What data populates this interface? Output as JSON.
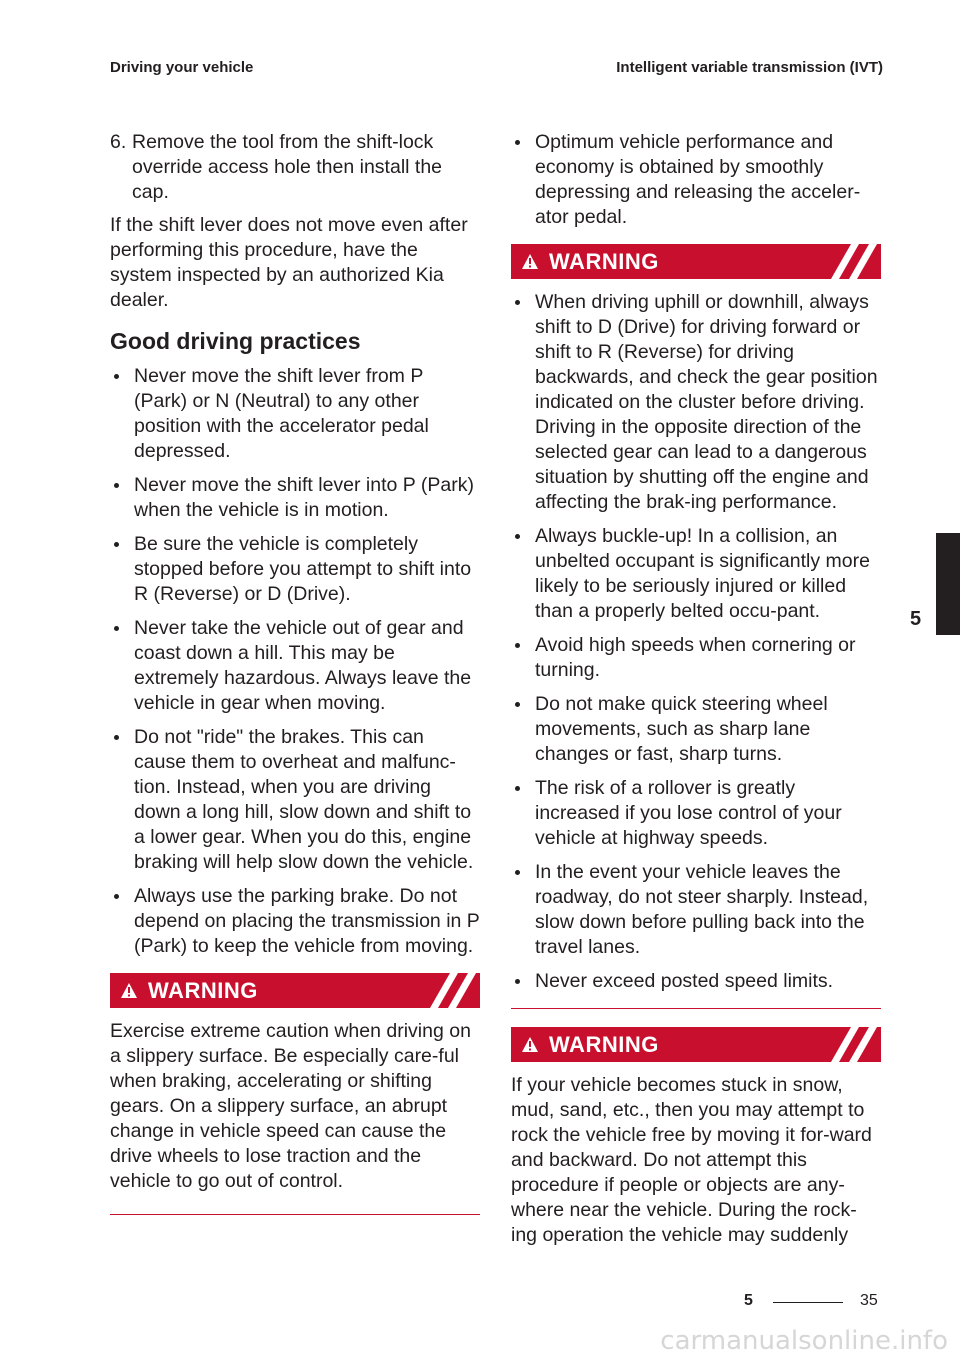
{
  "header": {
    "left": "Driving your vehicle",
    "right": "Intelligent variable transmission (IVT)"
  },
  "left": {
    "step": {
      "number": "6.",
      "text": "Remove the tool from the shift-lock override access hole then install the cap."
    },
    "intro": "If the shift lever does not move even after performing this procedure, have the system inspected by an authorized Kia dealer.",
    "heading": "Good driving practices",
    "bullets": [
      "Never move the shift lever from P (Park) or N (Neutral) to any other position with the accelerator pedal depressed.",
      "Never move the shift lever into P (Park) when the vehicle is in motion.",
      "Be sure the vehicle is completely stopped before you attempt to shift into R (Reverse) or D (Drive).",
      "Never take the vehicle out of gear and coast down a hill. This may be extremely hazardous. Always leave the vehicle in gear when moving.",
      "Do not \"ride\" the brakes. This can cause them to overheat and malfunc-tion. Instead, when you are driving down a long hill, slow down and shift to a lower gear. When you do this, engine braking will help slow down the vehicle.",
      "Always use the parking brake. Do not depend on placing the transmission in P (Park) to keep the vehicle from moving."
    ],
    "warning": {
      "label": "WARNING",
      "text": "Exercise extreme caution when driving on a slippery surface. Be especially care-ful when braking, accelerating or shifting gears. On a slippery surface, an abrupt change in vehicle speed can cause the drive wheels to lose traction and the vehicle to go out of control."
    }
  },
  "right": {
    "bullets_top": [
      "Optimum vehicle performance and economy is obtained by smoothly depressing and releasing the acceler-ator pedal."
    ],
    "warning1": {
      "label": "WARNING",
      "bullets": [
        "When driving uphill or downhill, always shift to D (Drive) for driving forward or shift to R (Reverse) for driving backwards, and check the gear position indicated on the cluster before driving. Driving in the opposite direction of the selected gear can lead to a dangerous situation by shutting off the engine and affecting the brak-ing performance.",
        "Always buckle-up! In a collision, an unbelted occupant is significantly more likely to be seriously injured or killed than a properly belted occu-pant.",
        "Avoid high speeds when cornering or turning.",
        "Do not make quick steering wheel movements, such as sharp lane changes or fast, sharp turns.",
        "The risk of a rollover is greatly increased if you lose control of your vehicle at highway speeds.",
        "In the event your vehicle leaves the roadway, do not steer sharply. Instead, slow down before pulling back into the travel lanes.",
        "Never exceed posted speed limits."
      ]
    },
    "warning2": {
      "label": "WARNING",
      "text": "If your vehicle becomes stuck in snow, mud, sand, etc., then you may attempt to rock the vehicle free by moving it for-ward and backward. Do not attempt this procedure if people or objects are any-where near the vehicle. During the rock-ing operation the vehicle may suddenly"
    }
  },
  "tab": {
    "chapter": "5"
  },
  "footer": {
    "chapter": "5",
    "page": "35"
  },
  "watermark": "carmanualsonline.info",
  "colors": {
    "accent": "#c8102e",
    "text": "#231f20"
  }
}
